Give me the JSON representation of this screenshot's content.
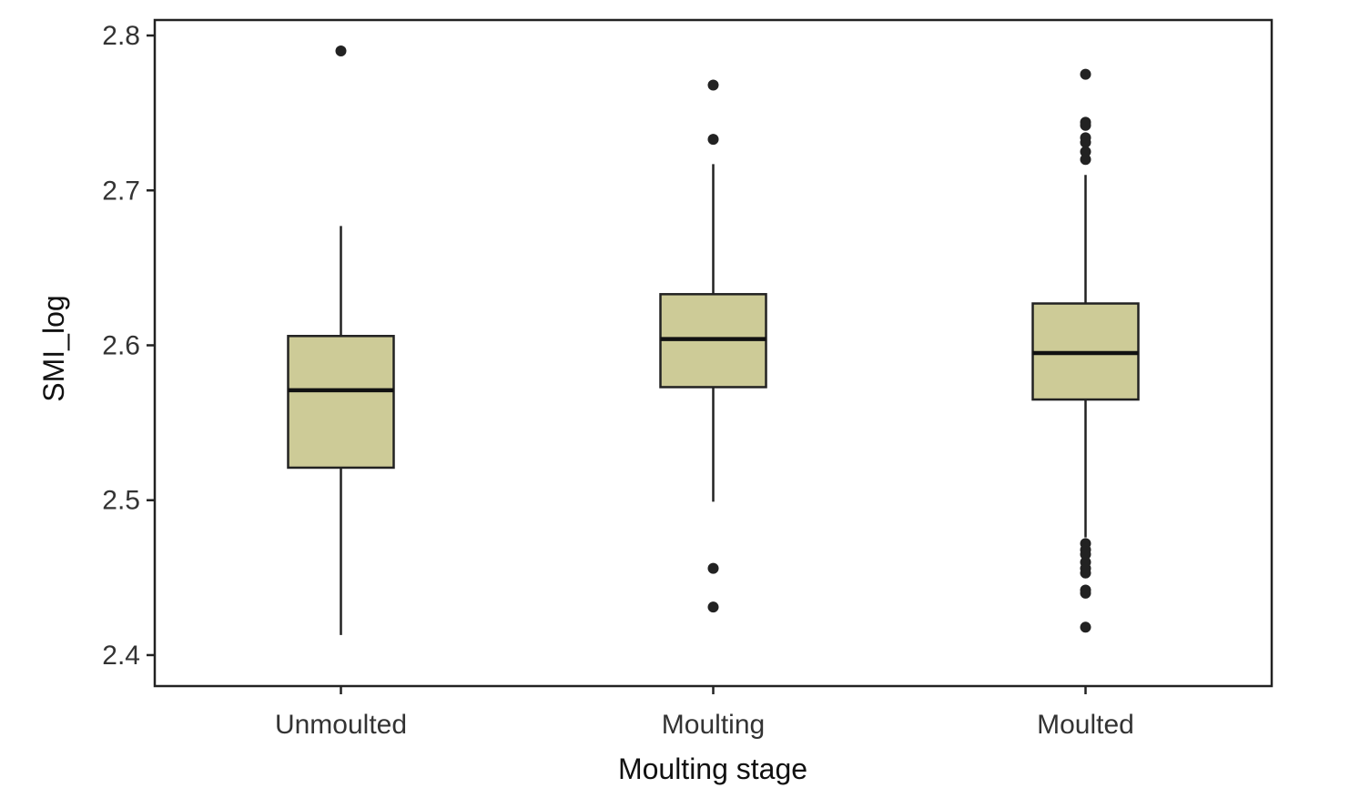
{
  "chart_data": {
    "type": "boxplot",
    "xlabel": "Moulting stage",
    "ylabel": "SMI_log",
    "ylim": [
      2.38,
      2.81
    ],
    "yticks": [
      "2.4",
      "2.5",
      "2.6",
      "2.7",
      "2.8"
    ],
    "categories": [
      "Unmoulted",
      "Moulting",
      "Moulted"
    ],
    "box_fill": "#cdcb97",
    "box_stroke": "#222222",
    "outlier_color": "#222222",
    "grid": false,
    "boxes": [
      {
        "category": "Unmoulted",
        "whisker_low": 2.413,
        "q1": 2.521,
        "median": 2.571,
        "q3": 2.606,
        "whisker_high": 2.677,
        "outliers": [
          2.79
        ]
      },
      {
        "category": "Moulting",
        "whisker_low": 2.499,
        "q1": 2.573,
        "median": 2.604,
        "q3": 2.633,
        "whisker_high": 2.717,
        "outliers": [
          2.768,
          2.733,
          2.456,
          2.431
        ]
      },
      {
        "category": "Moulted",
        "whisker_low": 2.476,
        "q1": 2.565,
        "median": 2.595,
        "q3": 2.627,
        "whisker_high": 2.71,
        "outliers": [
          2.775,
          2.744,
          2.742,
          2.734,
          2.731,
          2.725,
          2.72,
          2.472,
          2.468,
          2.465,
          2.46,
          2.456,
          2.453,
          2.442,
          2.44,
          2.418
        ]
      }
    ]
  }
}
